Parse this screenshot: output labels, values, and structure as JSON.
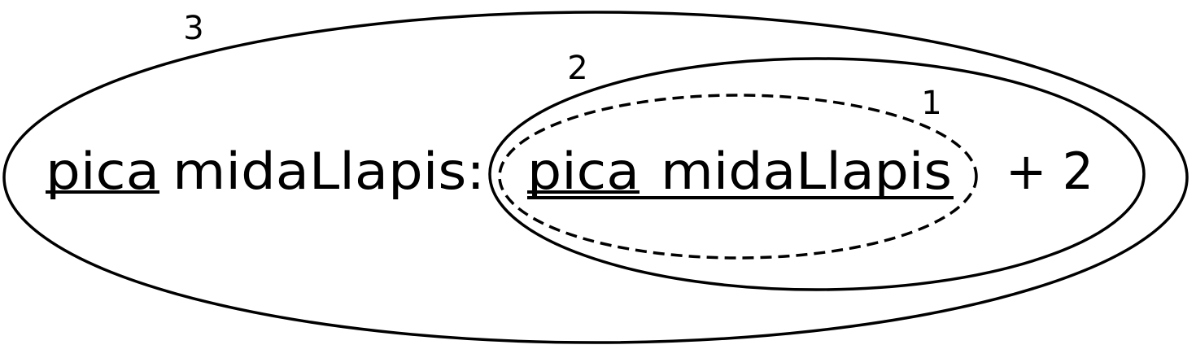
{
  "diagram": {
    "outer_expression": {
      "receiver": "pica",
      "message": "midaLlapis:"
    },
    "inner_expression": {
      "receiver": "pica",
      "message": "midaLlapis"
    },
    "operator_expression": "+ 2",
    "labels": {
      "innermost": "1",
      "middle": "2",
      "outermost": "3"
    },
    "colors": {
      "ink": "#000000",
      "background": "#ffffff"
    }
  }
}
